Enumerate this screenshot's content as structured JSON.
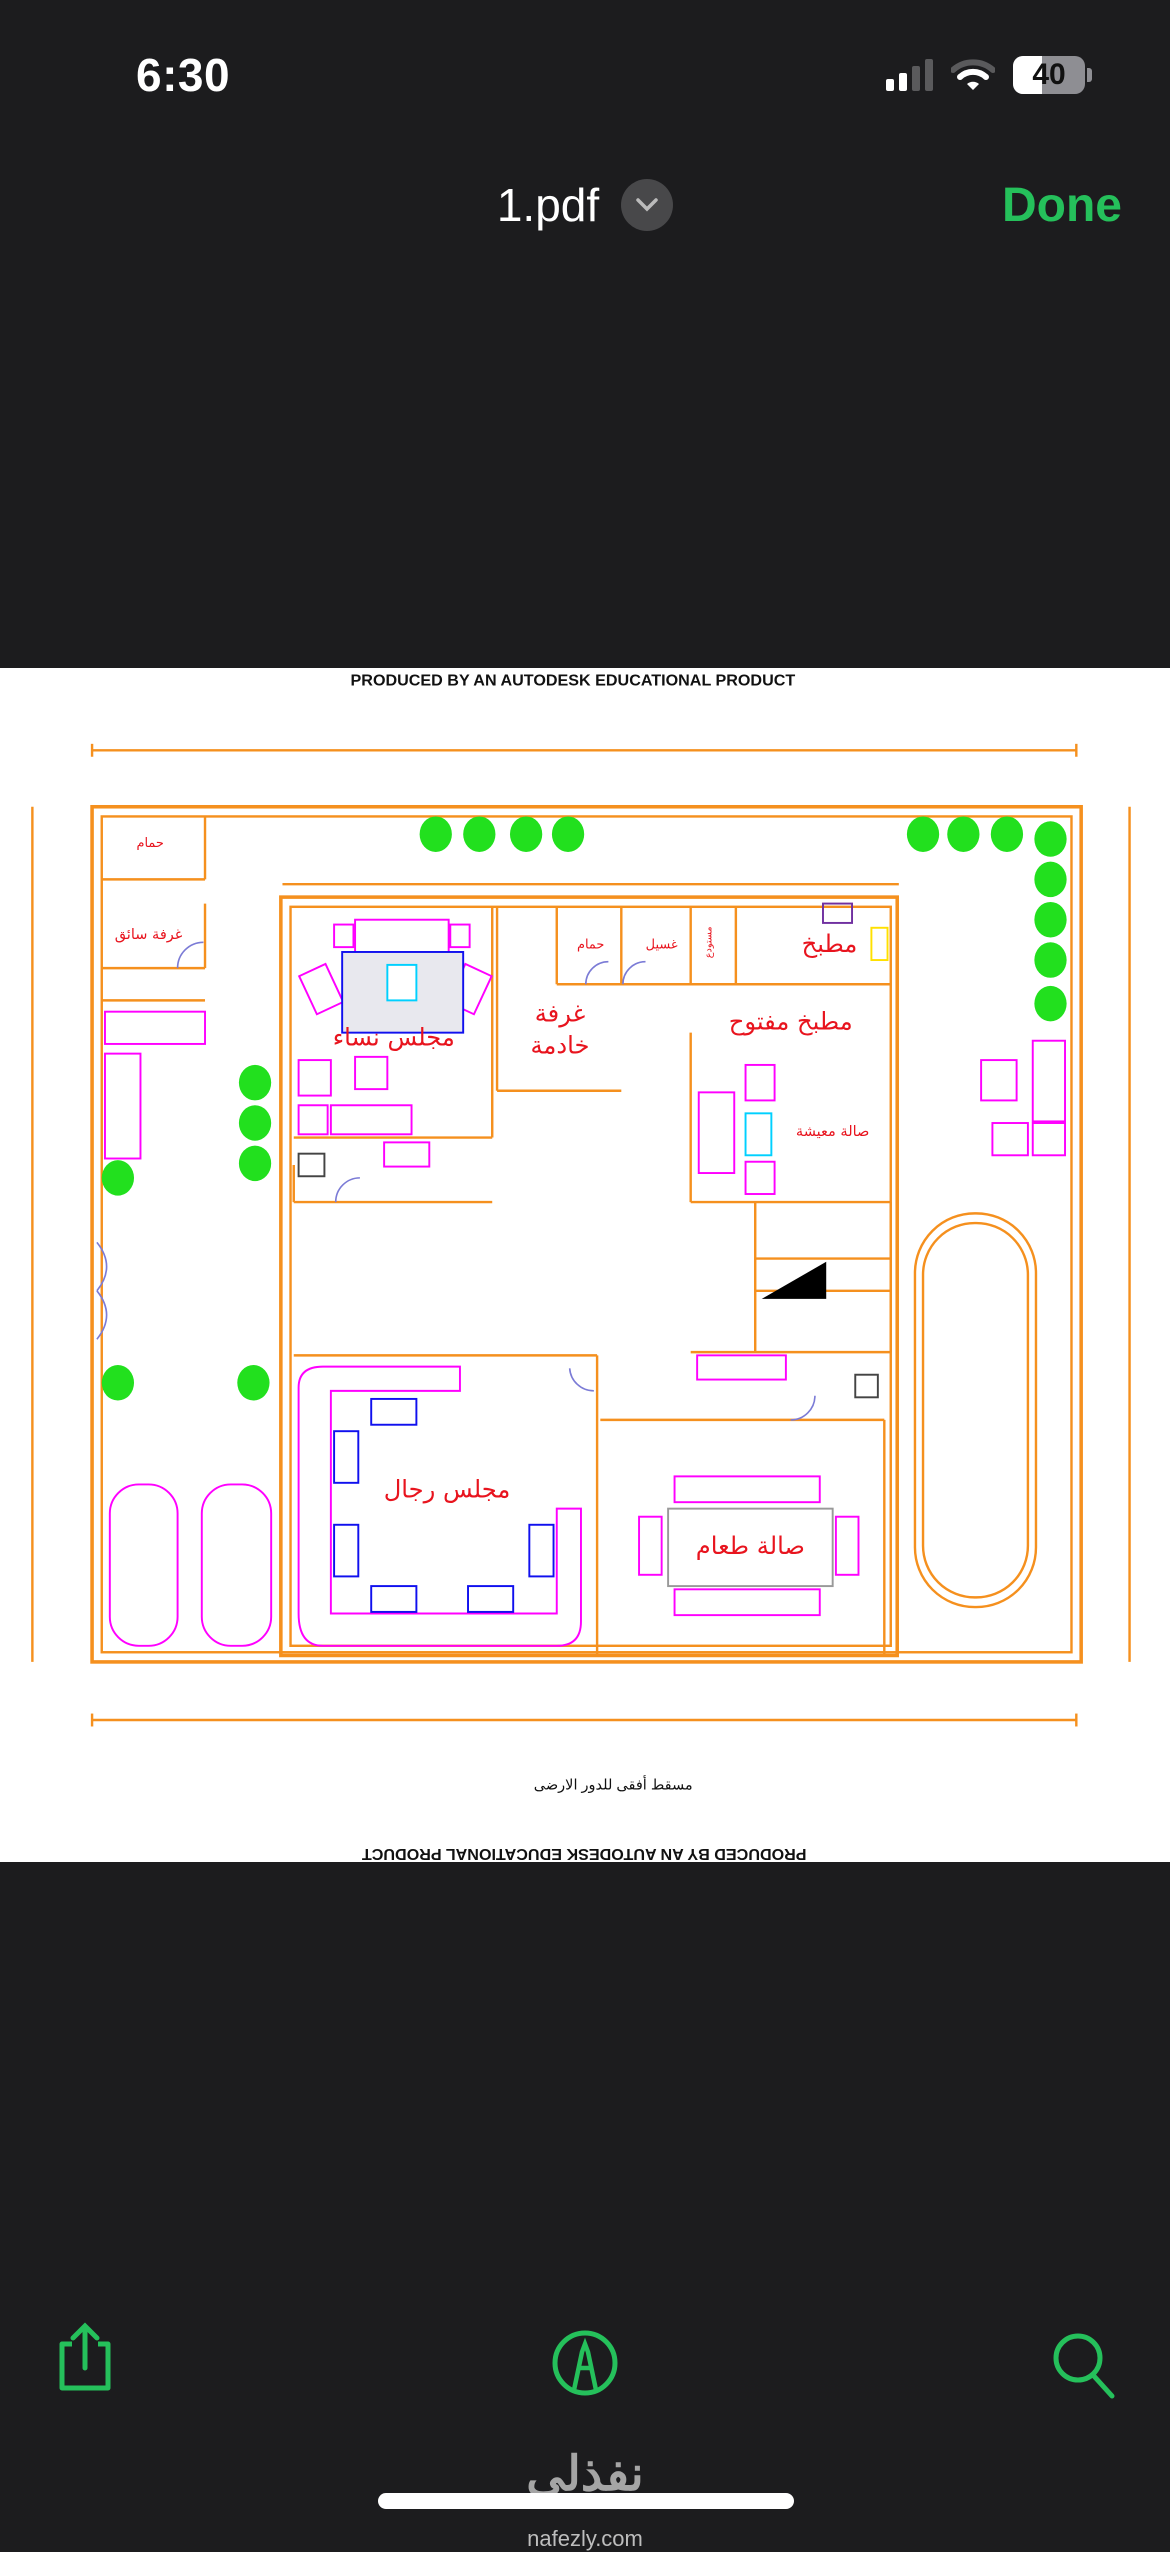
{
  "status_bar": {
    "time": "6:30",
    "battery_percent": 40,
    "battery_label": "40",
    "signal_bars_active": 2,
    "signal_bars_total": 4
  },
  "nav": {
    "title": "1.pdf",
    "done_label": "Done",
    "accent": "#25c05b"
  },
  "document": {
    "watermark_top": "PRODUCED BY AN AUTODESK EDUCATIONAL PRODUCT",
    "watermark_bottom": "PRODUCED BY AN AUTODESK EDUCATIONAL PRODUCT",
    "caption": "مسقط أفقى للدور الارضى",
    "rooms": {
      "driver_bath": "حمام",
      "driver_room": "غرفة سائق",
      "women_majlis": "مجلس نساء",
      "maid_room_1": "غرفة",
      "maid_room_2": "خادمة",
      "bath": "حمام",
      "laundry": "غسيل",
      "store": "مستودع",
      "kitchen": "مطبخ",
      "open_kitchen": "مطبخ مفتوح",
      "living": "صالة معيشة",
      "men_majlis": "مجلس رجال",
      "dining": "صالة طعام"
    },
    "colors": {
      "wall": "#f5901e",
      "label": "#e8141e",
      "furniture": "#ff00ff",
      "tree": "#22e01e",
      "door": "#7b7bd6"
    }
  },
  "toolbar": {
    "share": "share-icon",
    "markup": "markup-icon",
    "search": "search-icon"
  },
  "watermark_site": {
    "arabic": "نفذلي",
    "domain": "nafezly.com"
  }
}
